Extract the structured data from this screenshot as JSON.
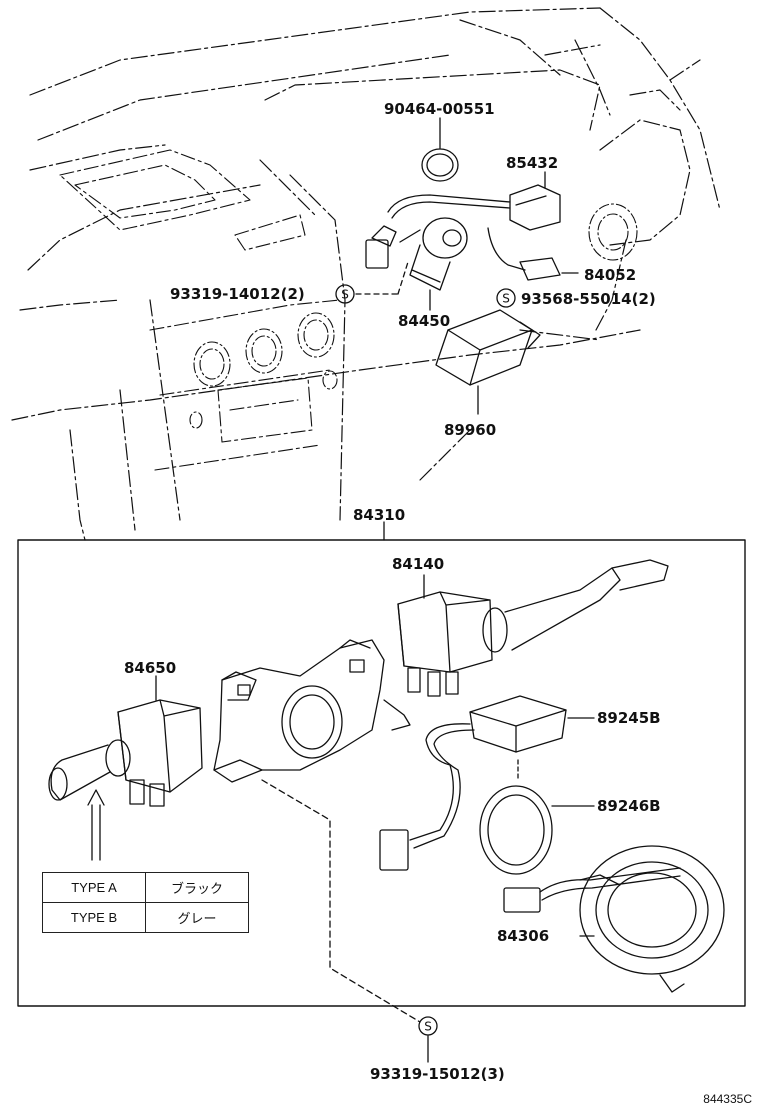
{
  "parts": {
    "p90464": "90464-00551",
    "p85432": "85432",
    "p84052": "84052",
    "p93319a": "93319-14012(2)",
    "p93568": "93568-55014(2)",
    "p84450": "84450",
    "p89960": "89960",
    "p84310": "84310",
    "p84140": "84140",
    "p84650": "84650",
    "p89245": "89245B",
    "p89246": "89246B",
    "p84306": "84306",
    "p93319b": "93319-15012(3)"
  },
  "screw_symbol": "S",
  "type_table": {
    "rows": [
      {
        "type": "TYPE A",
        "color": "ブラック"
      },
      {
        "type": "TYPE B",
        "color": "グレー"
      }
    ]
  },
  "figure_id": "844335C",
  "colors": {
    "line": "#111111",
    "background": "#ffffff"
  }
}
